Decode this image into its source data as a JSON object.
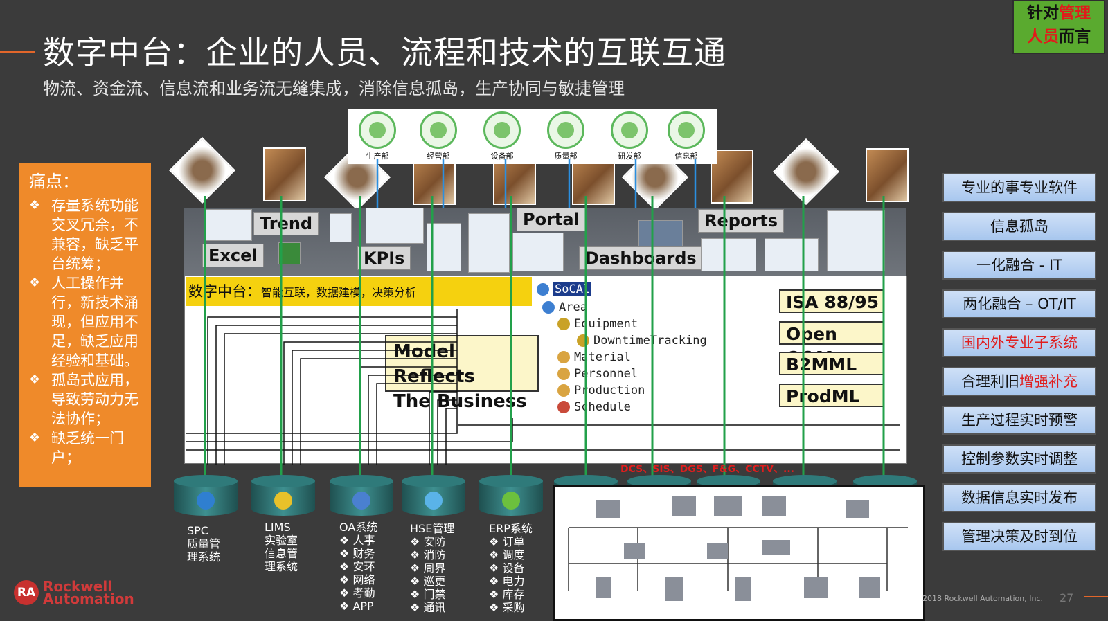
{
  "title": "数字中台：企业的人员、流程和技术的互联互通",
  "subtitle": "物流、资金流、信息流和业务流无缝集成，消除信息孤岛，生产协同与敏捷管理",
  "tag": {
    "part1": "针对",
    "part2": "管理",
    "part3": "人员",
    "part4": "而言"
  },
  "pain": {
    "heading": "痛点：",
    "items": [
      "存量系统功能交叉冗余，不兼容，缺乏平台统筹；",
      "人工操作并行，新技术涌现，但应用不足，缺乏应用经验和基础。",
      "孤岛式应用，导致劳动力无法协作；",
      "缺乏统一门户；"
    ],
    "bullet": "❖"
  },
  "departments": [
    "生产部",
    "经营部",
    "设备部",
    "质量部",
    "研发部",
    "信息部"
  ],
  "tools": {
    "trend": "Trend",
    "excel": "Excel",
    "kpis": "KPIs",
    "portal": "Portal",
    "dashboards": "Dashboards",
    "reports": "Reports"
  },
  "platform": {
    "label": "数字中台：",
    "desc": "智能互联，数据建模，决策分析"
  },
  "model": {
    "line1": "Model Reflects",
    "line2": "The Business"
  },
  "tree": [
    "SoCAl",
    "Area",
    "Equipment",
    "DowntimeTracking",
    "Material",
    "Personnel",
    "Production",
    "Schedule"
  ],
  "standards": [
    "ISA 88/95",
    "Open O&M",
    "B2MML",
    "ProdML"
  ],
  "right_list": [
    {
      "text": "专业的事专业软件",
      "red": ""
    },
    {
      "text": "信息孤岛",
      "red": ""
    },
    {
      "text": "一化融合 - IT",
      "red": ""
    },
    {
      "text": "两化融合 – OT/IT",
      "red": ""
    },
    {
      "text": "",
      "red": "国内外专业子系统"
    },
    {
      "text": "合理利旧",
      "red": "增强补充"
    },
    {
      "text": "生产过程实时预警",
      "red": ""
    },
    {
      "text": "控制参数实时调整",
      "red": ""
    },
    {
      "text": "数据信息实时发布",
      "red": ""
    },
    {
      "text": "管理决策及时到位",
      "red": ""
    }
  ],
  "systems": [
    {
      "title": "SPC",
      "lines": [
        "质量管",
        "理系统"
      ],
      "items": []
    },
    {
      "title": "LIMS",
      "lines": [
        "实验室",
        "信息管",
        "理系统"
      ],
      "items": []
    },
    {
      "title": "OA系统",
      "lines": [],
      "items": [
        "人事",
        "财务",
        "安环",
        "网络",
        "考勤",
        "APP"
      ]
    },
    {
      "title": "HSE管理",
      "lines": [],
      "items": [
        "安防",
        "消防",
        "周界",
        "巡更",
        "门禁",
        "通讯"
      ]
    },
    {
      "title": "ERP系统",
      "lines": [],
      "items": [
        "订单",
        "调度",
        "设备",
        "电力",
        "库存",
        "采购"
      ]
    }
  ],
  "ctrl_label": "DCS、SIS、DGS、F&G、CCTV、...",
  "logo": {
    "mark": "RA",
    "line1": "Rockwell",
    "line2": "Automation"
  },
  "copyright": "2018 Rockwell Automation, Inc.",
  "page_number": "27"
}
